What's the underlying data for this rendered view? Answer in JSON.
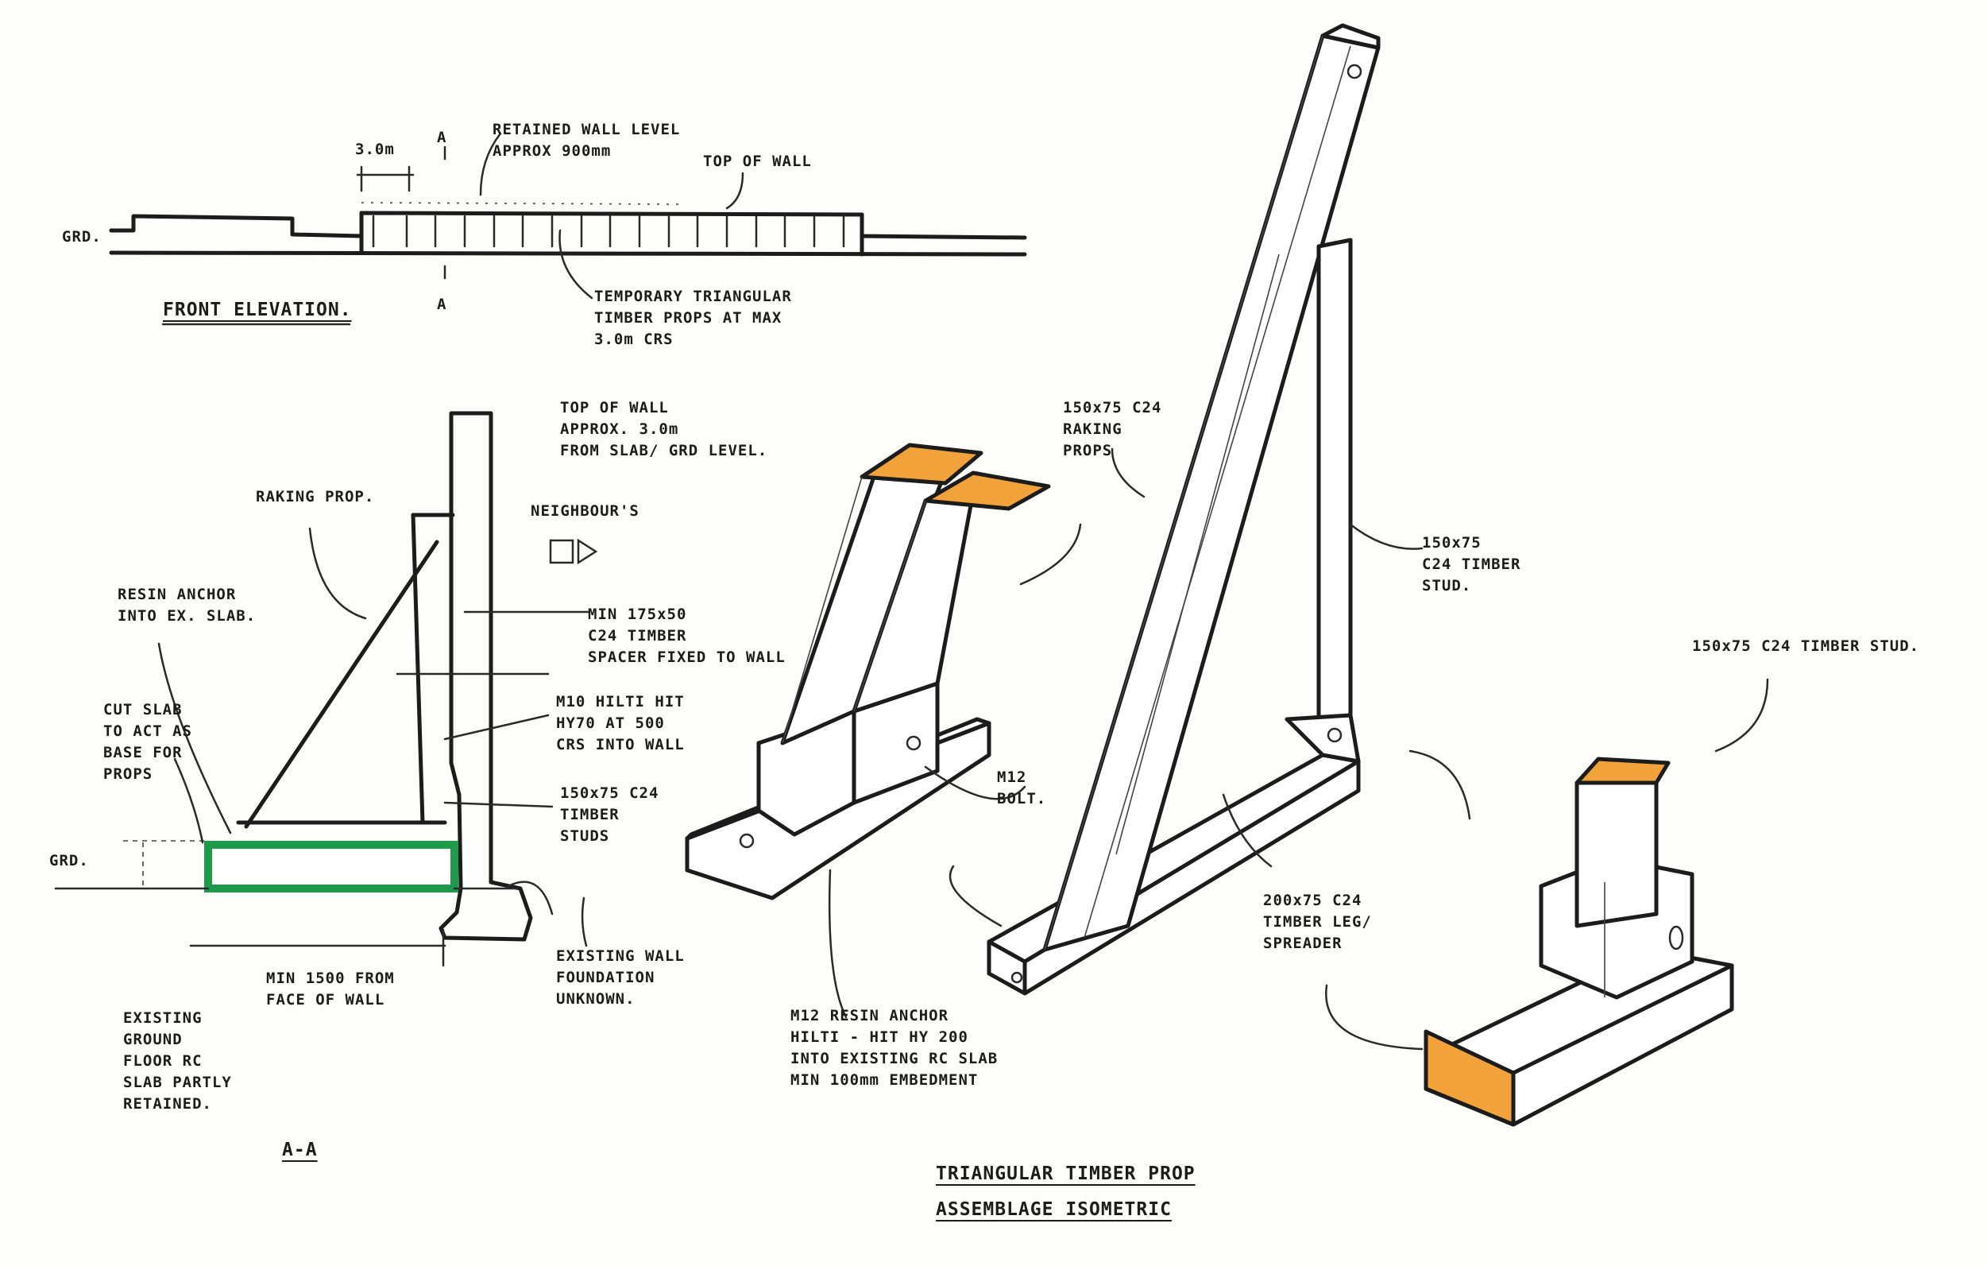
{
  "labels": {
    "top_dim": "3.0m",
    "section_a_top": "A",
    "section_a_bottom": "A",
    "retained_level": "RETAINED WALL LEVEL\nAPPROX 900mm",
    "top_of_wall_elev": "TOP OF WALL",
    "grd_elev": "GRD.",
    "temp_props": "TEMPORARY TRIANGULAR\nTIMBER PROPS AT MAX\n3.0m CRS",
    "front_elevation": "FRONT ELEVATION.",
    "top_of_wall_section": "TOP OF WALL\nAPPROX. 3.0m\nFROM SLAB/ GRD LEVEL.",
    "raking_prop": "RAKING PROP.",
    "neighbours": "NEIGHBOUR'S",
    "resin_anchor": "RESIN ANCHOR\nINTO EX. SLAB.",
    "spacer": "MIN 175x50\nC24 TIMBER\nSPACER FIXED TO WALL",
    "m10_hilti": "M10 HILTI HIT\nHY70 AT 500\nCRS INTO WALL",
    "cut_slab": "CUT SLAB\nTO ACT AS\nBASE FOR\nPROPS",
    "studs_section": "150x75 C24\nTIMBER\nSTUDS",
    "grd_section": "GRD.",
    "min_1500": "MIN 1500 FROM\nFACE OF WALL",
    "existing_wall": "EXISTING WALL\nFOUNDATION\nUNKNOWN.",
    "existing_slab": "EXISTING\nGROUND\nFLOOR RC\nSLAB PARTLY\nRETAINED.",
    "section_aa": "A-A",
    "raking_props_iso": "150x75 C24\nRAKING\nPROPS",
    "m12_bolt": "M12\nBOLT.",
    "stud_iso": "150x75\nC24 TIMBER\nSTUD.",
    "m12_resin": "M12 RESIN ANCHOR\nHILTI - HIT HY 200\nINTO EXISTING RC SLAB\nMIN 100mm EMBEDMENT",
    "leg_spreader": "200x75 C24\nTIMBER LEG/\nSPREADER",
    "stud_detail": "150x75 C24 TIMBER STUD.",
    "title_line1": "TRIANGULAR TIMBER PROP",
    "title_line2": "ASSEMBLAGE ISOMETRIC"
  }
}
